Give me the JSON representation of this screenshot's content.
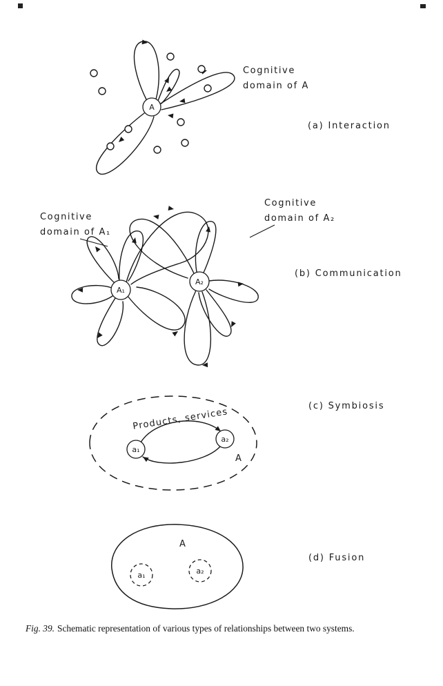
{
  "page": {
    "background": "#ffffff",
    "ink": "#1a1a1a"
  },
  "caption": {
    "label": "Fig. 39.",
    "text": "Schematic representation of various types of relationships between two systems."
  },
  "sections": {
    "a": {
      "title": "(a)  Interaction",
      "node": "A",
      "domain_line1": "Cognitive",
      "domain_line2": "domain of A"
    },
    "b": {
      "title": "(b)  Communication",
      "node1": "A₁",
      "node2": "A₂",
      "domain1_line1": "Cognitive",
      "domain1_line2": "domain of A₁",
      "domain2_line1": "Cognitive",
      "domain2_line2": "domain of A₂"
    },
    "c": {
      "title": "(c)  Symbiosis",
      "arc_label": "Products, services",
      "node1": "a₁",
      "node2": "a₂",
      "outer": "A"
    },
    "d": {
      "title": "(d)  Fusion",
      "outer": "A",
      "node1": "a₁",
      "node2": "a₂"
    }
  }
}
